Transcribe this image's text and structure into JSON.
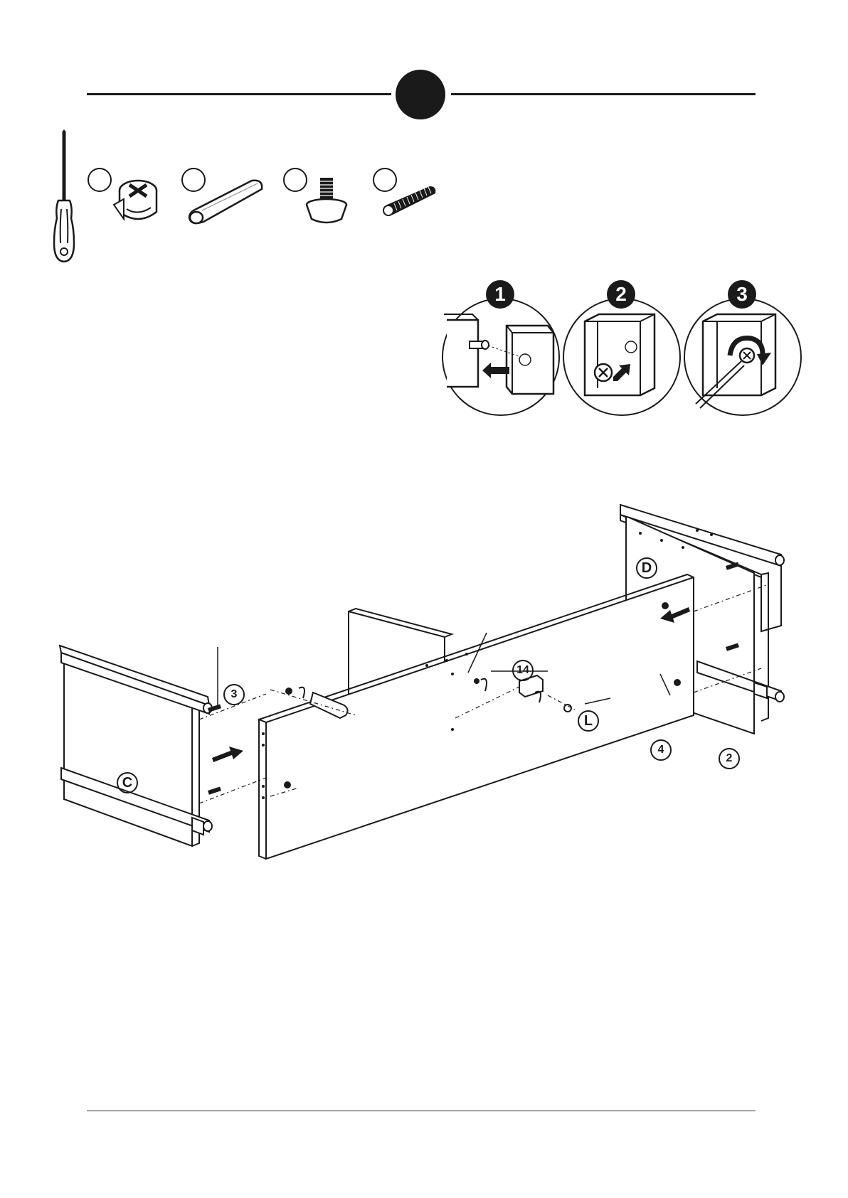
{
  "step_circles": [
    {
      "label": "1"
    },
    {
      "label": "2"
    },
    {
      "label": "3"
    }
  ],
  "callouts": {
    "part_3": "3",
    "part_14": "14",
    "part_L": "L",
    "part_4": "4",
    "part_2": "2",
    "panel_C": "C",
    "panel_D": "D"
  },
  "icons": [
    "screwdriver-icon",
    "cam-lock-icon",
    "wooden-dowel-icon",
    "leveling-foot-icon",
    "threaded-bolt-icon"
  ]
}
